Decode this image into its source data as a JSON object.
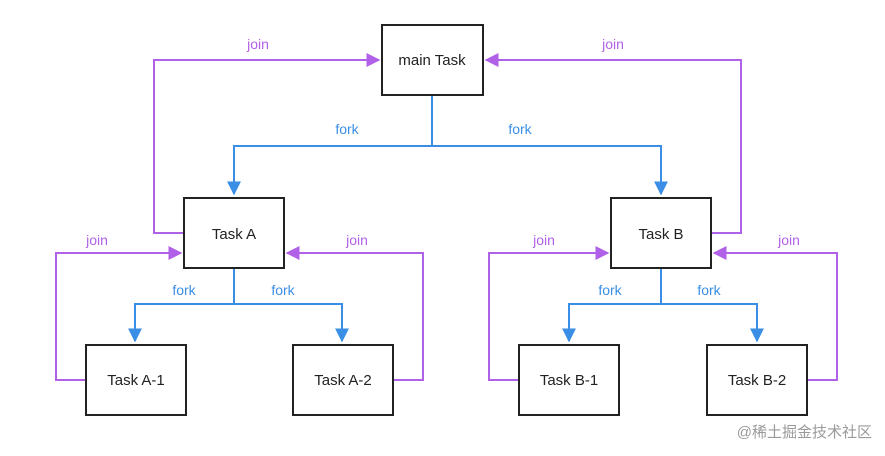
{
  "colors": {
    "fork": "#3a8ee6",
    "join": "#b061e8",
    "box_border": "#222222",
    "watermark": "#9a9a9a"
  },
  "nodes": {
    "main": "main Task",
    "task_a": "Task A",
    "task_b": "Task B",
    "task_a1": "Task A-1",
    "task_a2": "Task A-2",
    "task_b1": "Task B-1",
    "task_b2": "Task B-2"
  },
  "edge_labels": {
    "fork": "fork",
    "join": "join"
  },
  "watermark": "@稀土掘金技术社区"
}
